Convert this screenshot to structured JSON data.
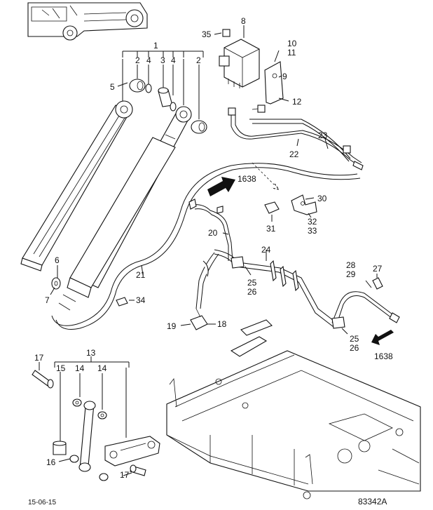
{
  "labels": {
    "l1": "1",
    "l2a": "2",
    "l4a": "4",
    "l3": "3",
    "l4b": "4",
    "l2b": "2",
    "l5": "5",
    "l6": "6",
    "l7": "7",
    "l8": "8",
    "l35": "35",
    "l10": "10",
    "l11": "11",
    "l9": "9",
    "l12": "12",
    "l23": "23",
    "l22": "22",
    "l30": "30",
    "l31": "31",
    "l32": "32",
    "l33": "33",
    "l20": "20",
    "l24": "24",
    "l21": "21",
    "l34": "34",
    "l25a": "25",
    "l26a": "26",
    "l28": "28",
    "l29": "29",
    "l27": "27",
    "l19": "19",
    "l18": "18",
    "l25b": "25",
    "l26b": "26",
    "l13": "13",
    "l17a": "17",
    "l15": "15",
    "l14a": "14",
    "l14b": "14",
    "l16": "16",
    "l17b": "17"
  },
  "refs": {
    "ref_top": "1638",
    "ref_bottom": "1638"
  },
  "footer": {
    "date": "15-06-15",
    "figure_code": "83342A"
  }
}
